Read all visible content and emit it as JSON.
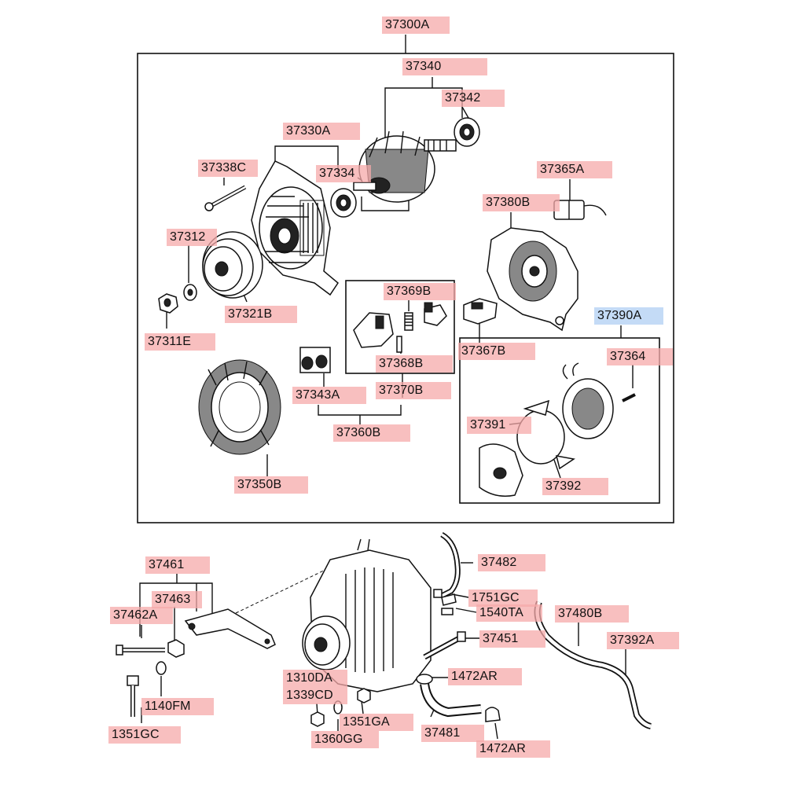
{
  "colors": {
    "highlight_red": "#f5aaaa",
    "highlight_blue": "#bed7f5",
    "line": "#111111"
  },
  "labels": {
    "l_37300A": "37300A",
    "l_37340": "37340",
    "l_37342": "37342",
    "l_37330A": "37330A",
    "l_37334": "37334",
    "l_37338C": "37338C",
    "l_37365A": "37365A",
    "l_37380B": "37380B",
    "l_37312": "37312",
    "l_37321B": "37321B",
    "l_37311E": "37311E",
    "l_37369B": "37369B",
    "l_37368B": "37368B",
    "l_37367B": "37367B",
    "l_37390A": "37390A",
    "l_37364": "37364",
    "l_37343A": "37343A",
    "l_37370B": "37370B",
    "l_37360B": "37360B",
    "l_37391": "37391",
    "l_37392": "37392",
    "l_37350B": "37350B",
    "l_37461": "37461",
    "l_37463": "37463",
    "l_37462A": "37462A",
    "l_37482": "37482",
    "l_1751GC": "1751GC",
    "l_1540TA": "1540TA",
    "l_37480B": "37480B",
    "l_37451": "37451",
    "l_37392A": "37392A",
    "l_1310DA": "1310DA",
    "l_1339CD": "1339CD",
    "l_1472AR_1": "1472AR",
    "l_1140FM": "1140FM",
    "l_1351GA": "1351GA",
    "l_37481": "37481",
    "l_1351GC": "1351GC",
    "l_1360GG": "1360GG",
    "l_1472AR_2": "1472AR"
  }
}
